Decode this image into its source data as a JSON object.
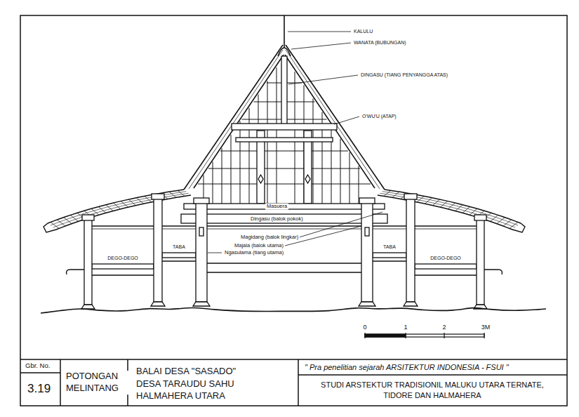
{
  "diagram": {
    "labels": [
      "KALULU",
      "WANATA (BUBUNGAN)",
      "DINGASU (TIANG PENYANGGA ATAS)",
      "O'WU'U (ATAP)",
      "Masuera",
      "Dingasu (balok pokok)",
      "Magidang (balok lingkar)",
      "Majala (balok utama)",
      "Ngasulama (tiang utama)",
      "DEGO-DEGO",
      "TABA",
      "TABA",
      "DEGO-DEGO",
      "0",
      "1",
      "2",
      "3M",
      "Gbr. No.",
      "3.19",
      "POTONGAN MELINTANG",
      "BALAI DESA \"SASADO\" DESA TARAUDU SAHU HALMAHERA UTARA",
      "\" Pra penelitian sejarah ARSITEKTUR INDONESIA - FSUI \"",
      "STUDI ARSTEKTUR TRADISIONIL MALUKU UTARA TERNATE, TIDORE DAN HALMAHERA"
    ]
  }
}
